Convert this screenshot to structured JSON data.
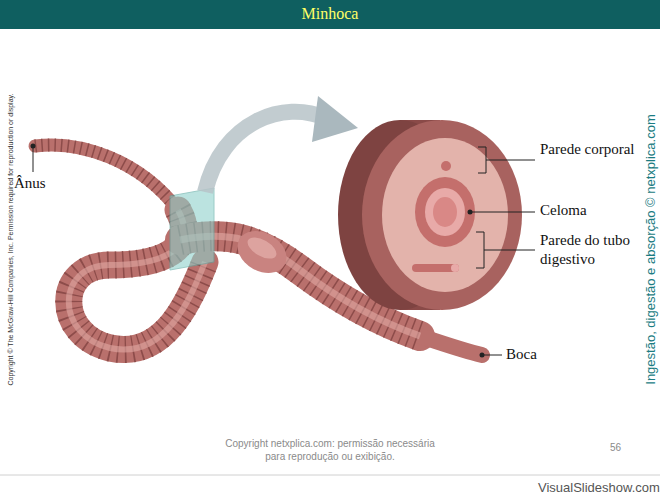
{
  "diagram": {
    "title": "Minhoca",
    "labels": [
      "Ânus",
      "Boca",
      "Parede corporal",
      "Celoma",
      "Parede do tubo digestivo",
      "Copyright © The McGraw-Hill Companies, Inc. Permission required for reproduction or display.",
      "Ingestão, digestão e absorção © netxplica.com",
      "Copyright netxplica.com: permissão necessária para reprodução ou exibição.",
      "56",
      "VisualSlideshow.com"
    ]
  }
}
